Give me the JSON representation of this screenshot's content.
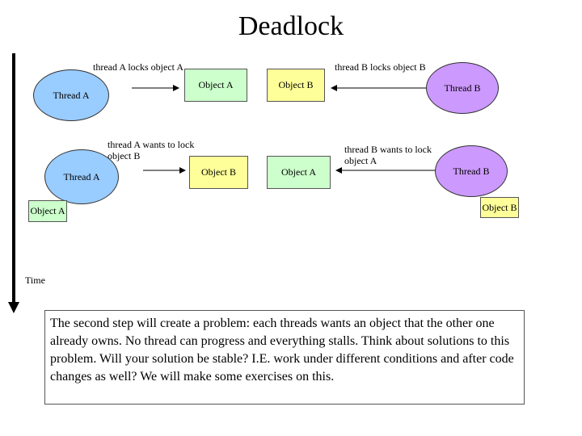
{
  "title": "Deadlock",
  "step1": {
    "label_a": "thread A locks object A",
    "label_b": "thread B locks object B",
    "thread_a": "Thread A",
    "thread_b": "Thread B",
    "object_a": "Object A",
    "object_b": "Object B"
  },
  "step2": {
    "label_a": "thread A wants to lock object B",
    "label_b": "thread B wants to lock object A",
    "thread_a": "Thread A",
    "thread_b": "Thread B",
    "object_b": "Object B",
    "object_a": "Object A",
    "held_a": "Object A",
    "held_b": "Object B"
  },
  "time_label": "Time",
  "explanation": "The second step will create a problem: each threads wants an object that the other one already owns. No thread can progress and everything stalls. Think about solutions to this problem. Will your solution be stable? I.E. work under different conditions and after code changes as well? We will make some exercises on this.",
  "colors": {
    "thread_a": "#99ccff",
    "thread_b": "#cc99ff",
    "object_green": "#ccffcc",
    "object_yellow": "#ffff99"
  }
}
